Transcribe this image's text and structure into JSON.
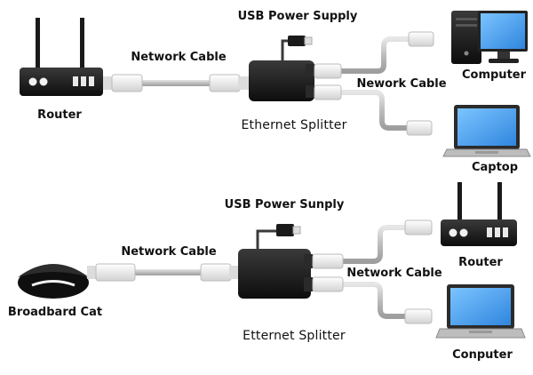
{
  "top": {
    "usb_label": "USB Power Supply",
    "cable_label": "Network Cable",
    "splitter_label": "Ethernet Splitter",
    "right_cable_label": "Nework Cable",
    "source_label": "Router",
    "device1_label": "Computer",
    "device2_label": "Captop"
  },
  "bottom": {
    "usb_label": "USB Power Sunply",
    "cable_label": "Network Cable",
    "splitter_label": "Etternet Splitter",
    "right_cable_label": "Network Cable",
    "source_label": "Broadbard Cat",
    "device1_label": "Router",
    "device2_label": "Conputer"
  },
  "colors": {
    "device_black": "#151515",
    "cable_grey": "#c9c9c9",
    "screen_blue": "#4aa3f0",
    "connector_white": "#ececec"
  }
}
